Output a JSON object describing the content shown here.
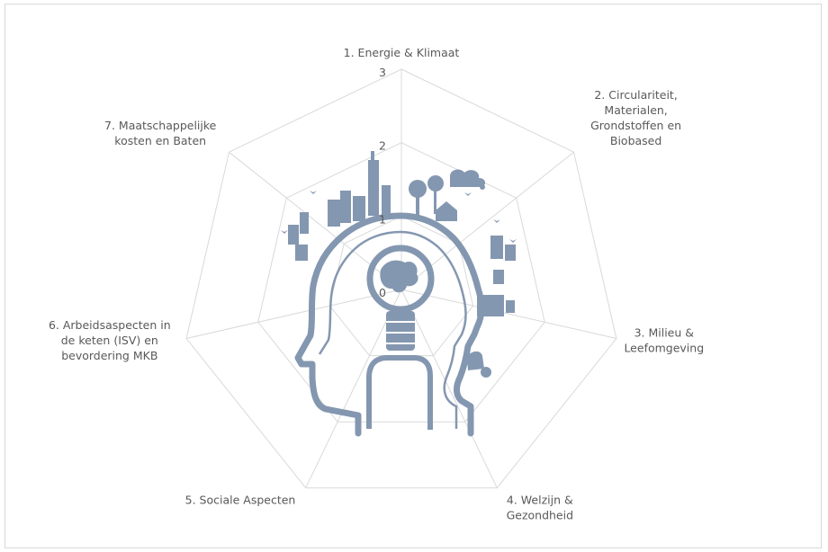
{
  "chart_data": {
    "type": "radar",
    "categories": [
      [
        "1. Energie & Klimaat"
      ],
      [
        "2. Circulariteit,",
        "Materialen,",
        "Grondstoffen en",
        "Biobased"
      ],
      [
        "3. Milieu &",
        "Leefomgeving"
      ],
      [
        "4. Welzijn &",
        "Gezondheid"
      ],
      [
        "5. Sociale Aspecten"
      ],
      [
        "6. Arbeidsaspecten in",
        "de keten (ISV) en",
        "bevordering MKB"
      ],
      [
        "7. Maatschappelijke",
        "kosten en Baten"
      ]
    ],
    "ticks": [
      "0",
      "1",
      "2",
      "3"
    ],
    "rmax": 3,
    "series": [],
    "grid": true,
    "grid_color": "#d9d9d9",
    "illustration_color": "#8497b0"
  }
}
